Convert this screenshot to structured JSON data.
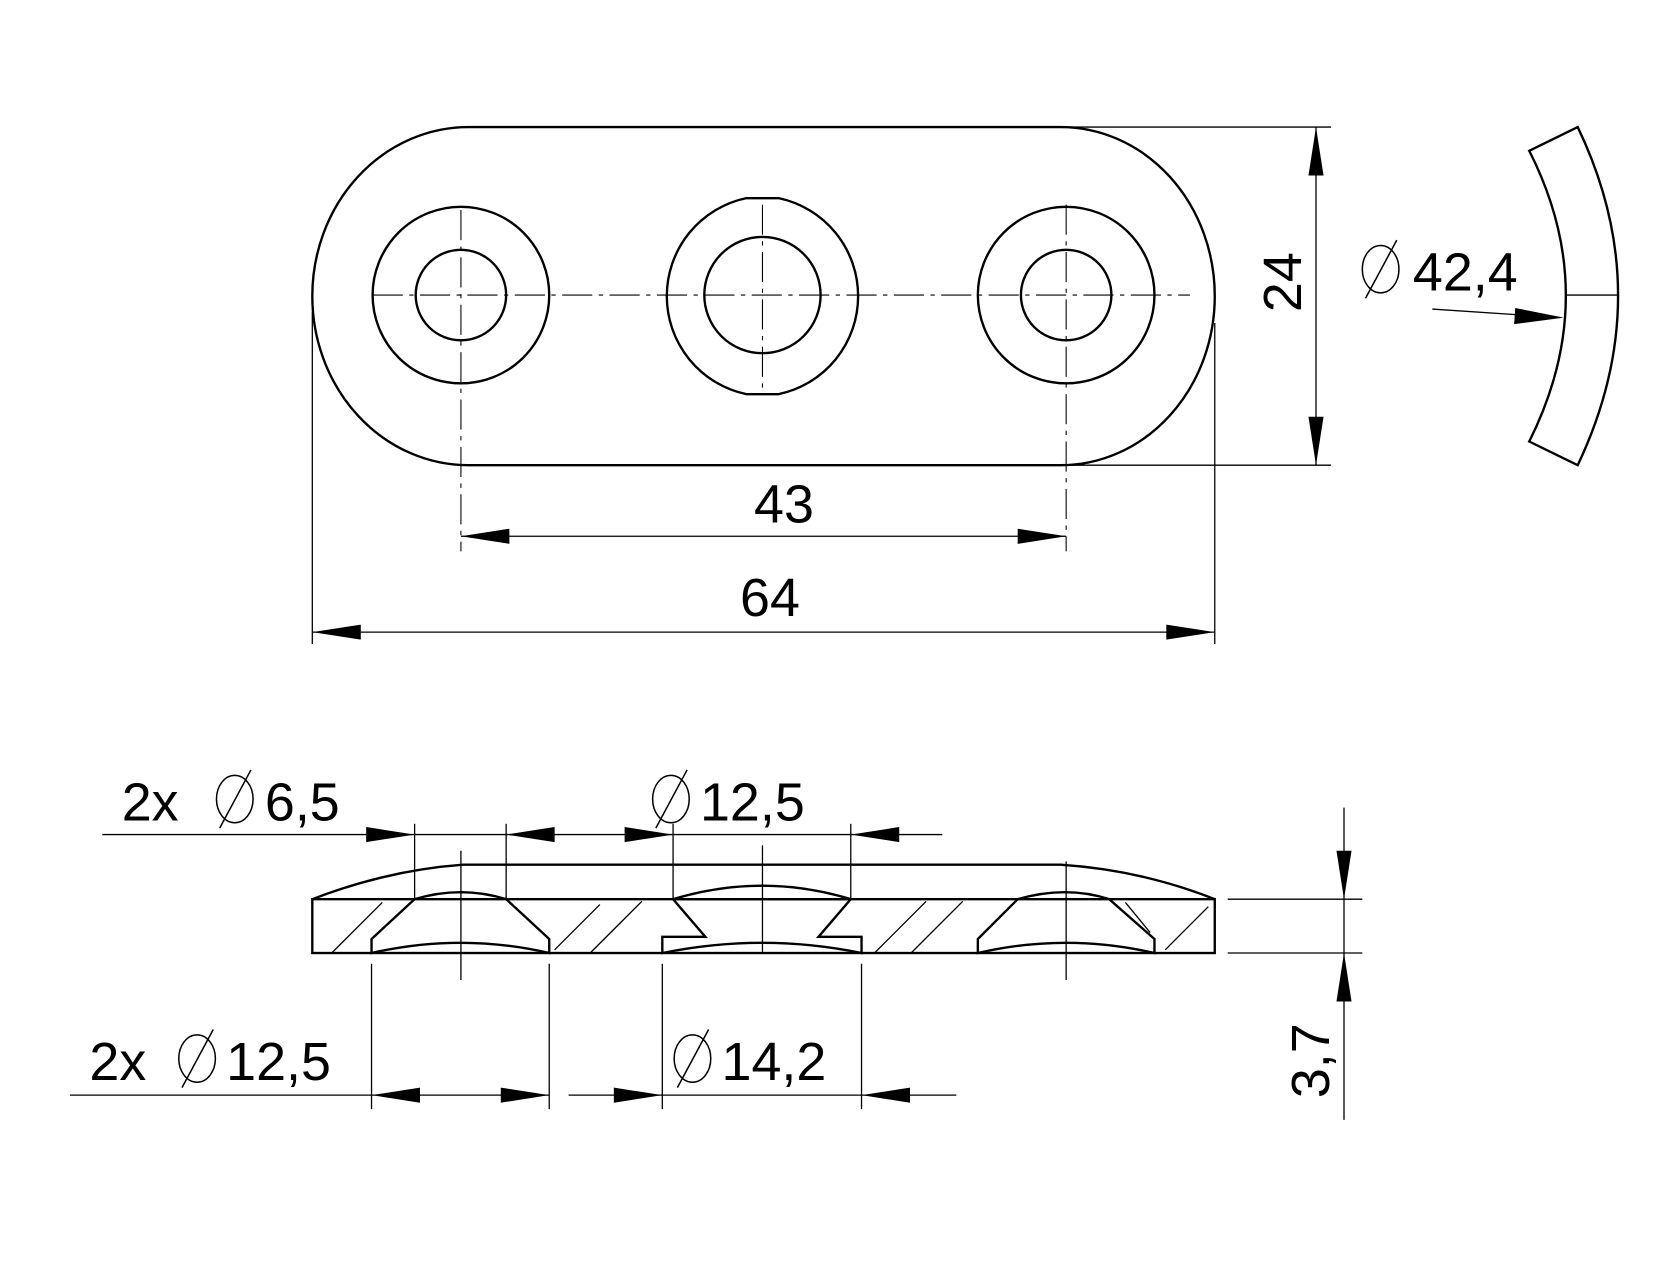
{
  "top_view": {
    "height_dim": "24",
    "hole_spacing_dim": "43",
    "overall_length_dim": "64"
  },
  "side_arc": {
    "diameter_symbol": "diameter-icon",
    "value": "42,4"
  },
  "section_view": {
    "small_hole": {
      "count": "2x",
      "value": "6,5"
    },
    "center_top": {
      "value": "12,5"
    },
    "counterbore": {
      "count": "2x",
      "value": "12,5"
    },
    "center_bottom": {
      "value": "14,2"
    },
    "thickness_dim": "3,7"
  },
  "colors": {
    "line": "#000000",
    "background": "#ffffff"
  }
}
